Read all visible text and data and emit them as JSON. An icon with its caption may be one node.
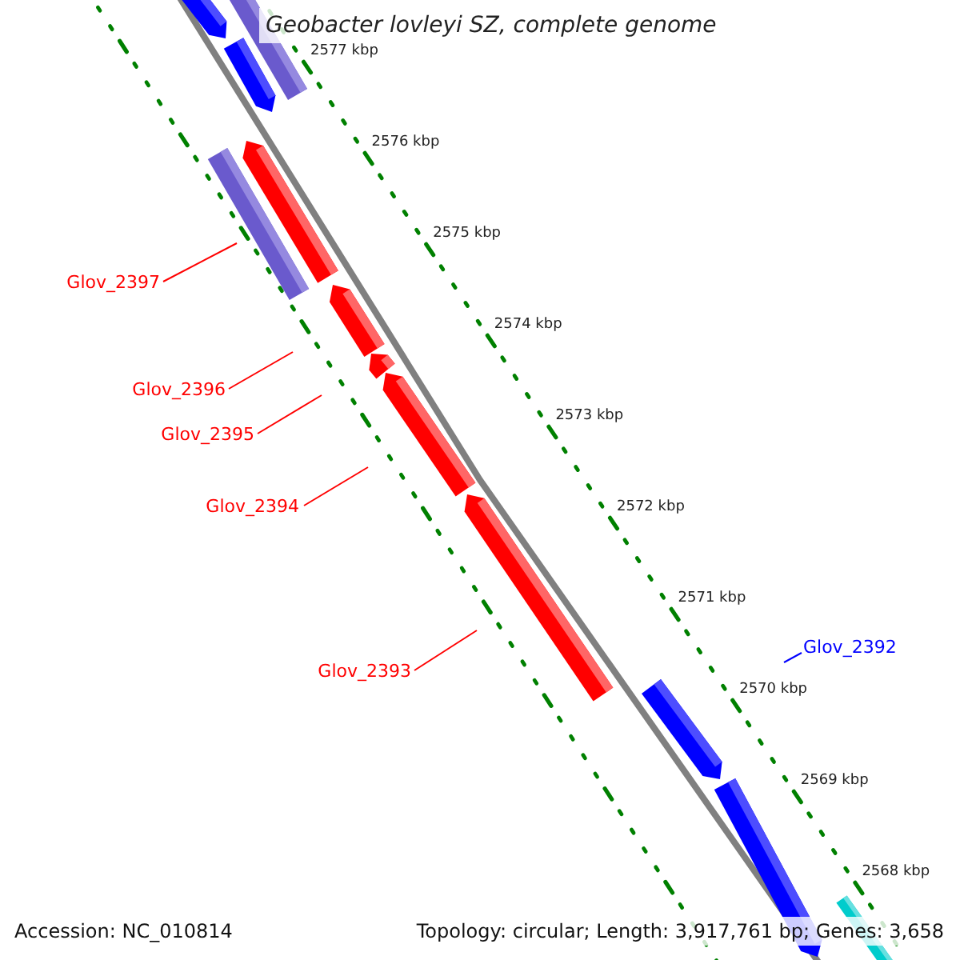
{
  "diagram": {
    "title": "Geobacter lovleyi SZ, complete genome",
    "nodes": [
      {
        "text": [
          "Glov_2397"
        ]
      },
      {
        "text": [
          "Glov_2396"
        ]
      },
      {
        "text": [
          "Glov_2395"
        ]
      },
      {
        "text": [
          "Glov_2394"
        ]
      },
      {
        "text": [
          "Glov_2392"
        ]
      },
      {
        "text": [
          "Glov_2393"
        ]
      }
    ],
    "edges": [
      {
        "from": 0,
        "to": null,
        "arrow": "none"
      },
      {
        "from": 1,
        "to": null,
        "arrow": "none"
      },
      {
        "from": 2,
        "to": null,
        "arrow": "none"
      },
      {
        "from": 3,
        "to": null,
        "arrow": "none"
      },
      {
        "from": 4,
        "to": null,
        "arrow": "none",
        "color": "#0000ff"
      },
      {
        "from": 5,
        "to": null,
        "arrow": "none"
      }
    ],
    "labels": [
      "2577 kbp",
      "2576 kbp",
      "2575 kbp",
      "2574 kbp",
      "2573 kbp",
      "2572 kbp",
      "2571 kbp",
      "2570 kbp",
      "2569 kbp",
      "2568 kbp",
      "Accession: NC_010814",
      "Topology: circular; Length: 3,917,761 bp; Genes: 3,658"
    ]
  }
}
